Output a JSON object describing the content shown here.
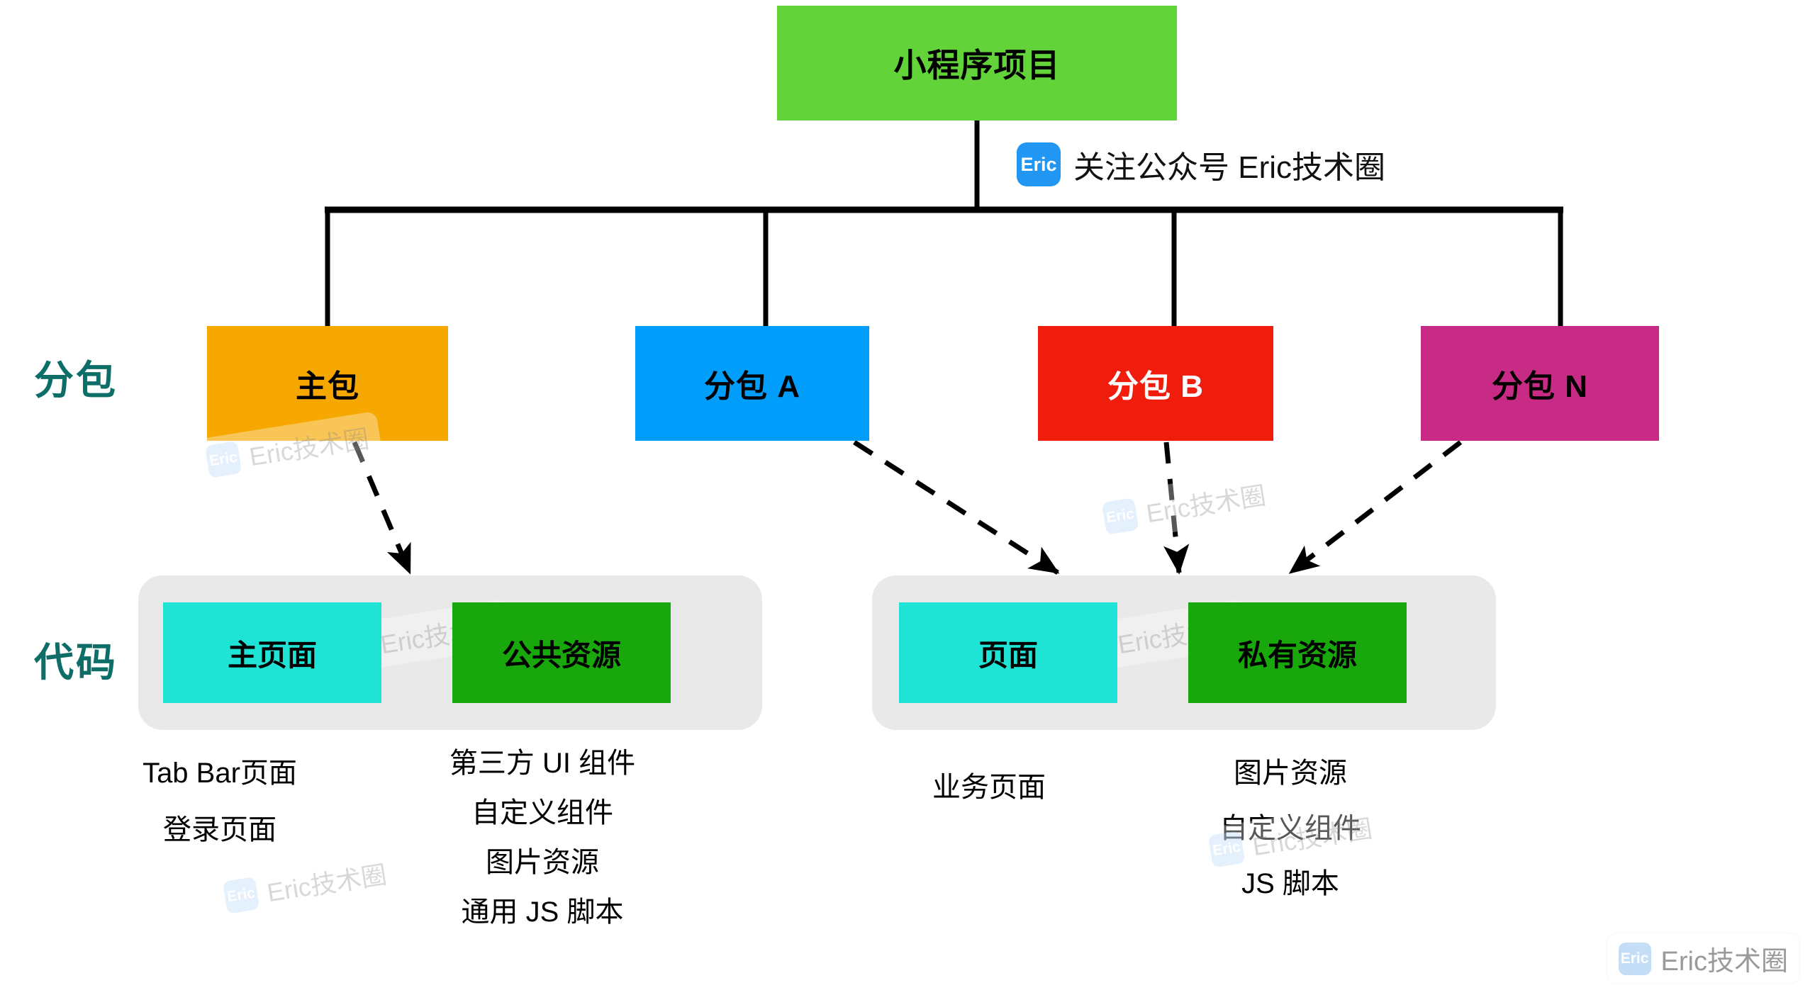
{
  "diagram": {
    "root": {
      "label": "小程序项目",
      "color": "#62d338"
    },
    "row_labels": {
      "packages": "分包",
      "code": "代码",
      "color": "#0d6e68"
    },
    "packages": [
      {
        "label": "主包",
        "color": "#f6a800",
        "text_color": "#000000"
      },
      {
        "label": "分包 A",
        "color": "#019dfb",
        "text_color": "#000000"
      },
      {
        "label": "分包 B",
        "color": "#f01c0c",
        "text_color": "#ffffff"
      },
      {
        "label": "分包 N",
        "color": "#c82b86",
        "text_color": "#000000"
      }
    ],
    "groups": [
      {
        "chips": [
          {
            "label": "主页面",
            "color": "#1fe3d5"
          },
          {
            "label": "公共资源",
            "color": "#18a80b"
          }
        ]
      },
      {
        "chips": [
          {
            "label": "页面",
            "color": "#1fe3d5"
          },
          {
            "label": "私有资源",
            "color": "#18a80b"
          }
        ]
      }
    ],
    "detail_columns": [
      {
        "lines": [
          "Tab Bar页面",
          "登录页面"
        ]
      },
      {
        "lines": [
          "第三方 UI 组件",
          "自定义组件",
          "图片资源",
          "通用 JS 脚本"
        ]
      },
      {
        "lines": [
          "业务页面"
        ]
      },
      {
        "lines": [
          "图片资源",
          "自定义组件",
          "JS 脚本"
        ]
      }
    ]
  },
  "promo": {
    "badge": "Eric",
    "text": "关注公众号 Eric技术圈",
    "badge_color": "#2196f3"
  },
  "watermark": {
    "badge": "Eric",
    "text": "Eric技术圈"
  }
}
